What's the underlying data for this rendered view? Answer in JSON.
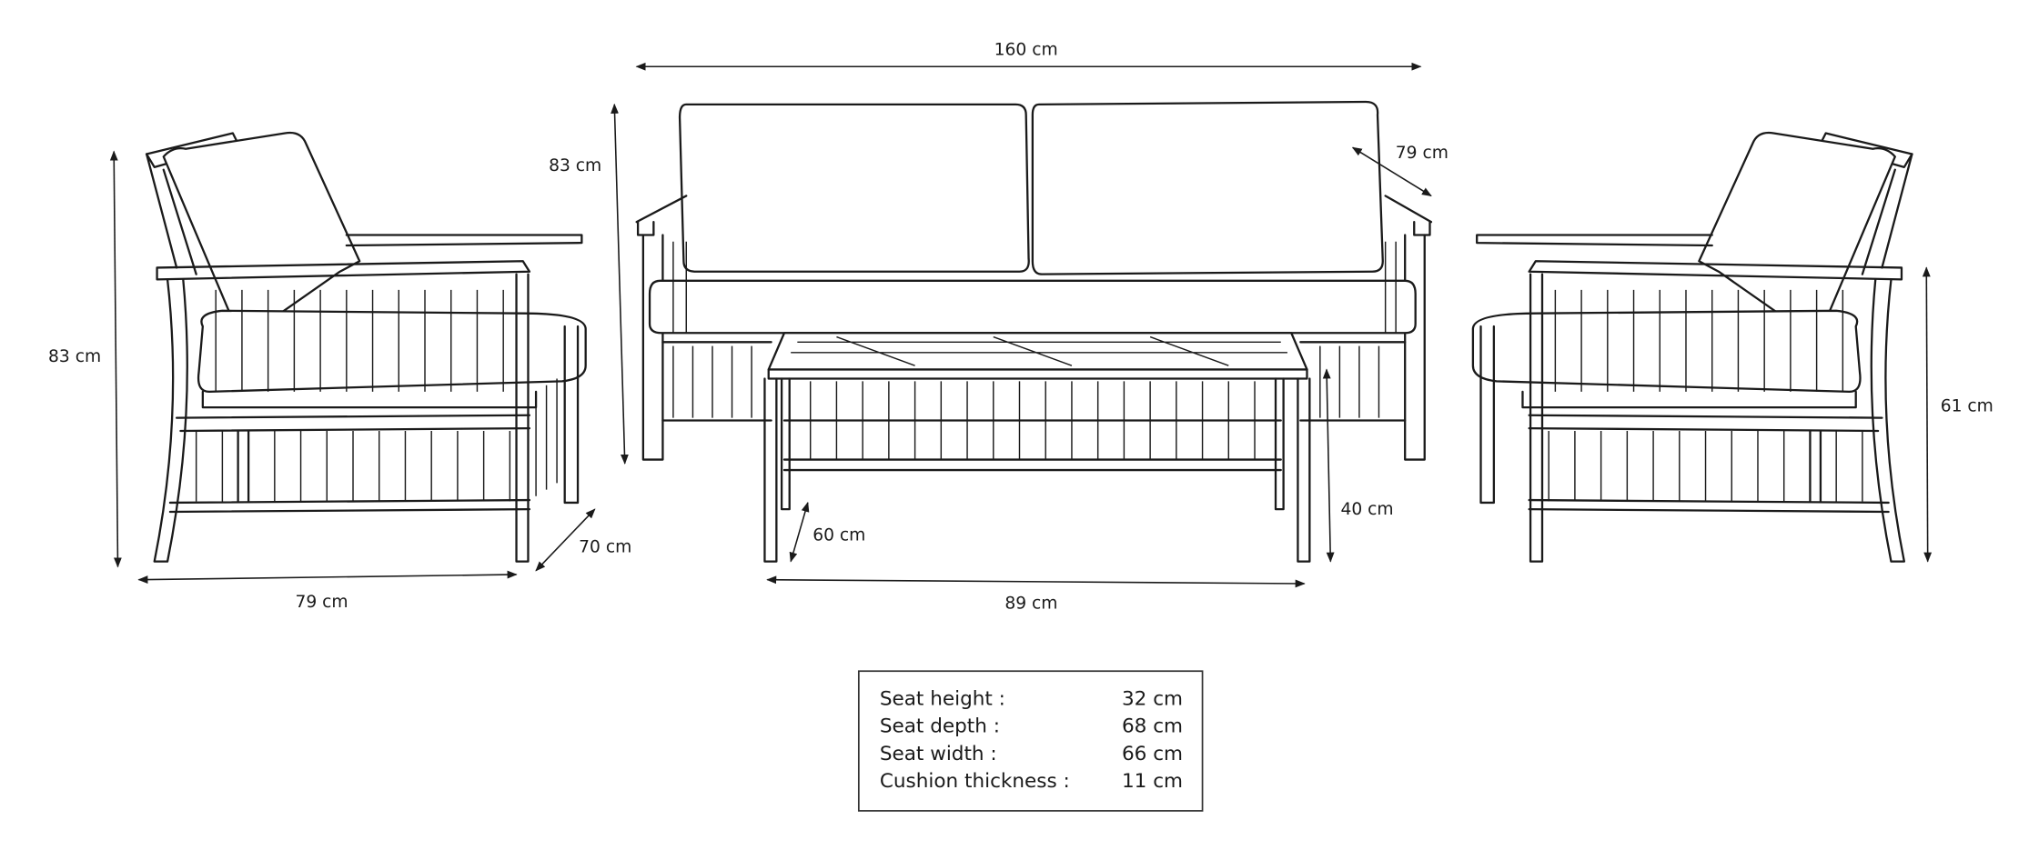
{
  "dimensions": {
    "sofa_width": "160 cm",
    "sofa_height": "83 cm",
    "sofa_depth": "79 cm",
    "armchair_height": "83 cm",
    "armchair_width": "79 cm",
    "armchair_depth": "70 cm",
    "table_depth": "60 cm",
    "table_width": "89 cm",
    "table_height": "40 cm",
    "armchair_right_height": "61 cm"
  },
  "specs": [
    {
      "label": "Seat height :",
      "value": "32 cm"
    },
    {
      "label": "Seat depth :",
      "value": "68 cm"
    },
    {
      "label": "Seat width :",
      "value": "66 cm"
    },
    {
      "label": "Cushion thickness :",
      "value": "11 cm"
    }
  ]
}
